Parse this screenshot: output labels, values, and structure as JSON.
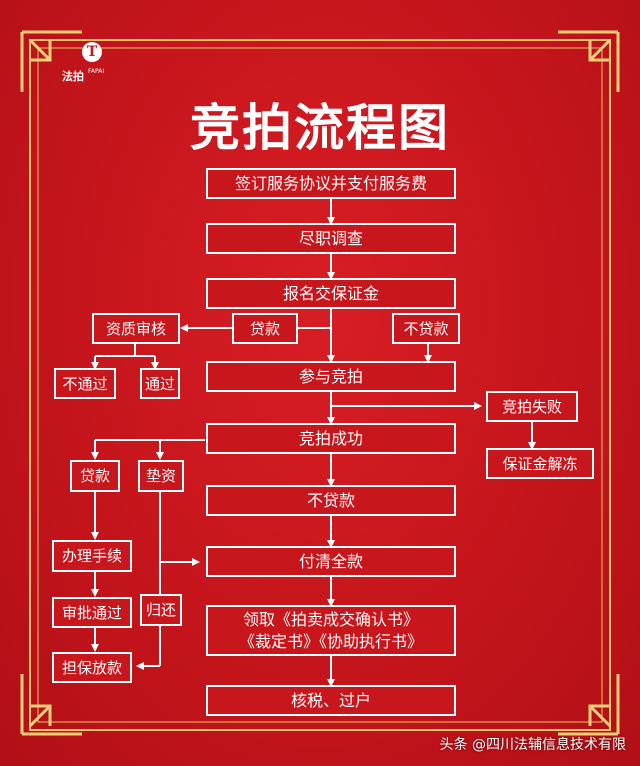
{
  "logo": {
    "glyph": "T",
    "name": "法拍",
    "sub": "FAPAI"
  },
  "title": "竞拍流程图",
  "steps": {
    "s1": "签订服务协议并支付服务费",
    "s2": "尽职调查",
    "s3": "报名交保证金",
    "s4": "参与竞拍",
    "s5": "竞拍成功",
    "s6": "不贷款",
    "s7": "付清全款",
    "s8a": "领取《拍卖成交确认书》",
    "s8b": "《裁定书》《协助执行书》",
    "s9": "核税、过户"
  },
  "side": {
    "qualify": "资质审核",
    "loan": "贷款",
    "noloan": "不贷款",
    "fail_q": "不通过",
    "pass_q": "通过",
    "bid_fail": "竞拍失败",
    "deposit_thaw": "保证金解冻",
    "loan2": "贷款",
    "advance": "垫资",
    "procedures": "办理手续",
    "approval": "审批通过",
    "guarantee": "担保放款",
    "repay": "归还"
  },
  "watermark": "头条 @四川法辅信息技术有限",
  "colors": {
    "background": "#c8161d",
    "line": "#ffffff",
    "frame": "#e9c46a"
  }
}
